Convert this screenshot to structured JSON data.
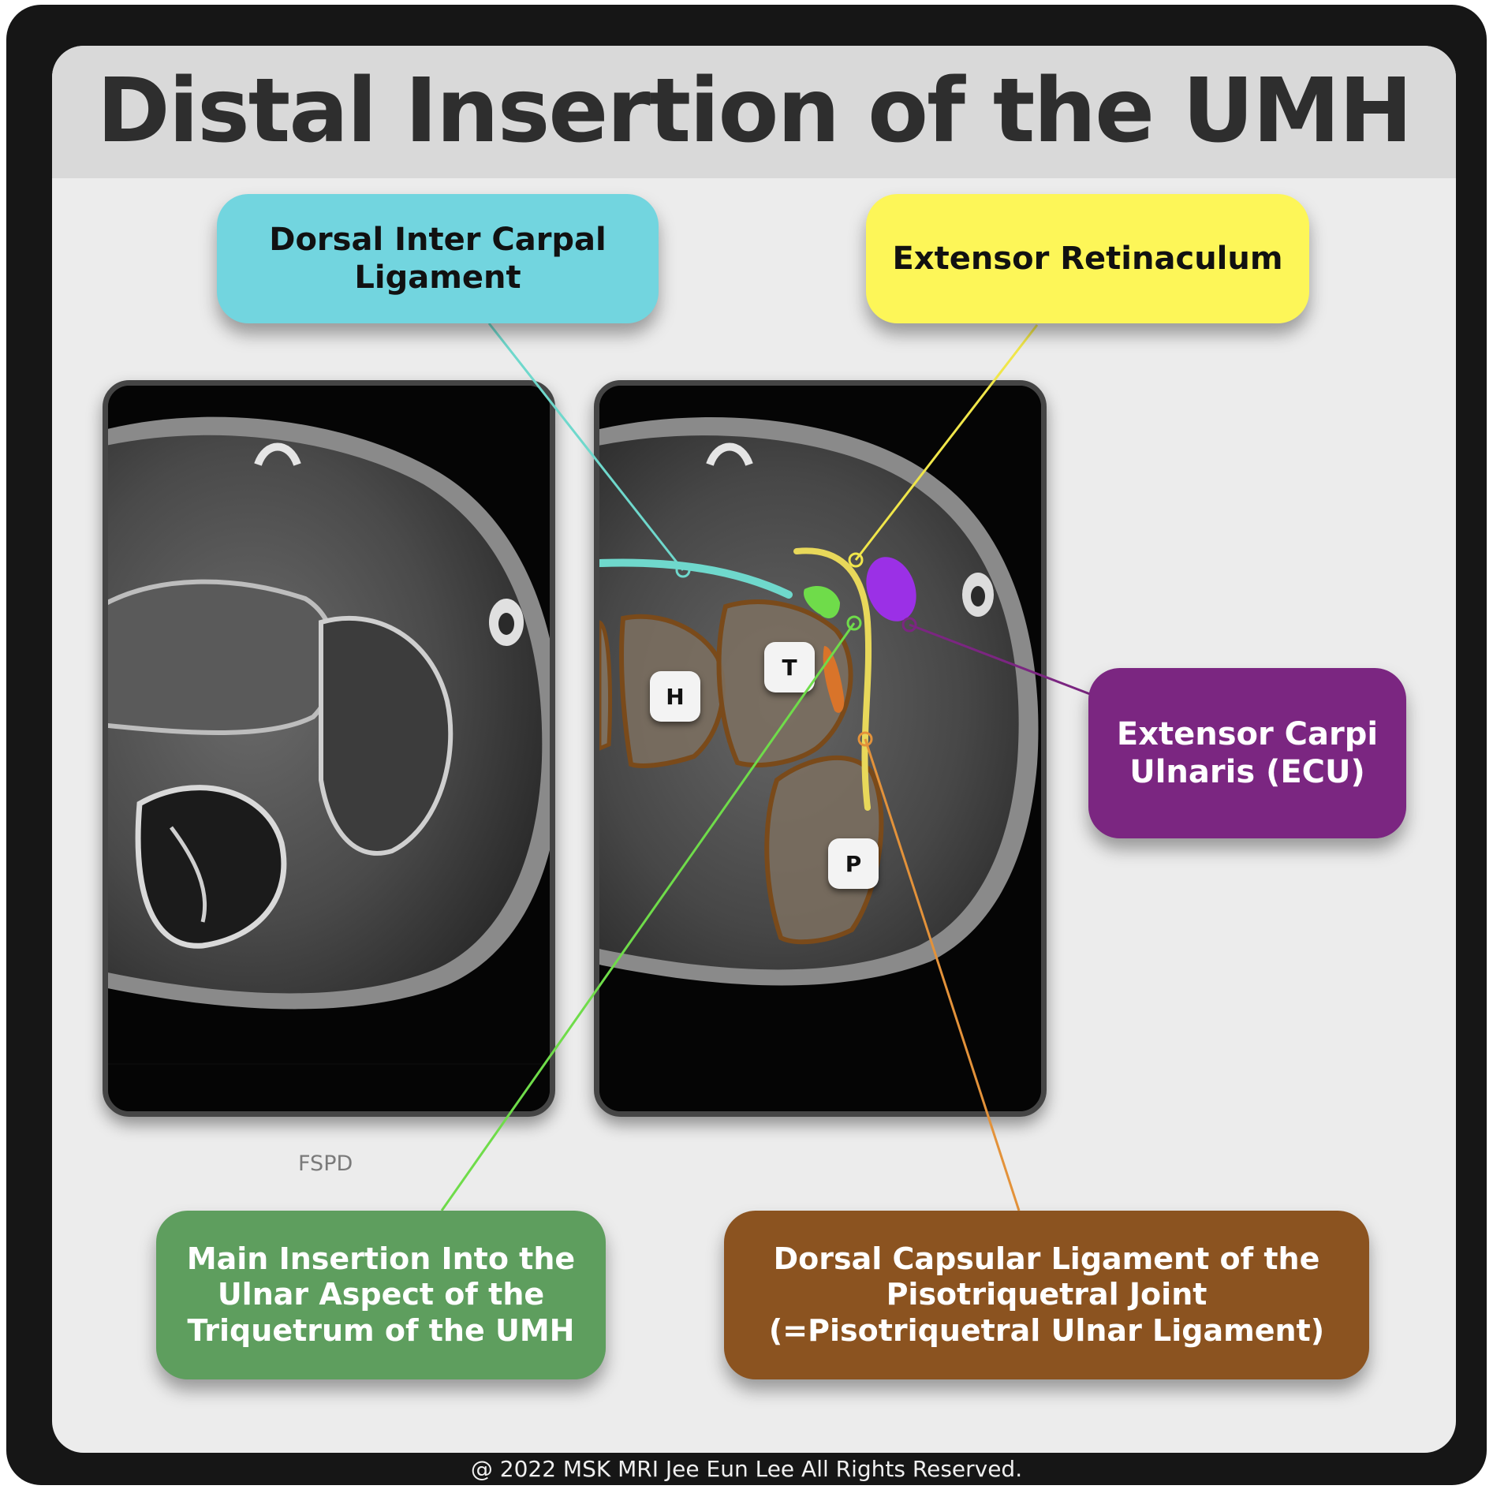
{
  "title": "Distal Insertion of the UMH",
  "callouts": {
    "dorsal_intercarpal": {
      "line1": "Dorsal Inter Carpal",
      "line2": "Ligament",
      "color": "#72d5df"
    },
    "extensor_retinaculum": {
      "line1": "Extensor Retinaculum",
      "color": "#fdf658"
    },
    "ecu": {
      "line1": "Extensor Carpi",
      "line2": "Ulnaris (ECU)",
      "color": "#7b2681"
    },
    "main_insertion": {
      "line1": "Main Insertion Into the",
      "line2": "Ulnar Aspect of the",
      "line3": "Triquetrum of the UMH",
      "color": "#5e9e5e"
    },
    "dorsal_capsular": {
      "line1": "Dorsal Capsular Ligament of the",
      "line2": "Pisotriquetral Joint",
      "line3": "(=Pisotriquetral Ulnar Ligament)",
      "color": "#8b5320"
    }
  },
  "bone_labels": {
    "hamate": "H",
    "triquetrum": "T",
    "pisiform": "P"
  },
  "sequence_label": "FSPD",
  "copyright": "@ 2022 MSK MRI Jee Eun Lee All Rights Reserved.",
  "structure_colors": {
    "dorsal_intercarpal": "#6fd8cc",
    "extensor_retinaculum": "#e8d85a",
    "ecu": "#9b30e6",
    "umh_insertion": "#6fdc4a",
    "capsular_ligament": "#d9742a",
    "bone_outline": "#7a4a1a",
    "bone_fill": "#9c8a6a"
  }
}
